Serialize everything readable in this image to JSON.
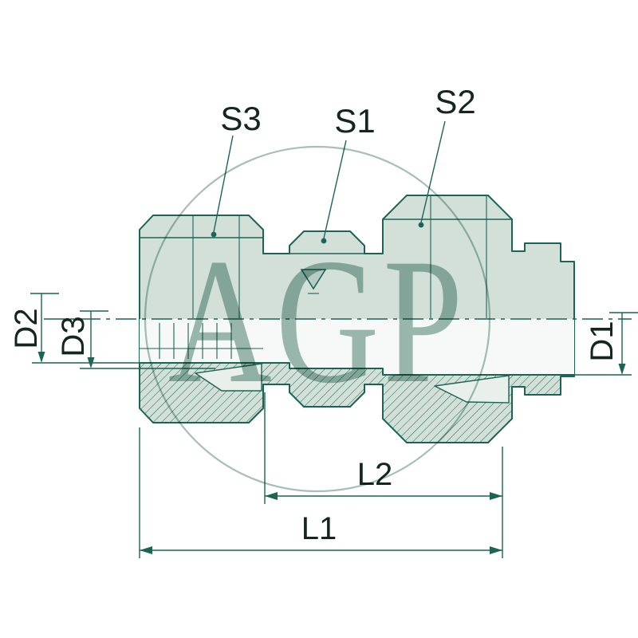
{
  "watermark": {
    "text": "AGP"
  },
  "callouts": {
    "s3": "S3",
    "s1": "S1",
    "s2": "S2"
  },
  "dims": {
    "d2": "D2",
    "d3": "D3",
    "d1": "D1",
    "l2": "L2",
    "l1": "L1"
  },
  "colors": {
    "line": "#1c6453",
    "fill": "#d3e0da",
    "fill_light": "#e9f0ec",
    "bore": "#f6f9f7",
    "watermark": "#3f7767",
    "text": "#13261f",
    "background": "#ffffff"
  }
}
